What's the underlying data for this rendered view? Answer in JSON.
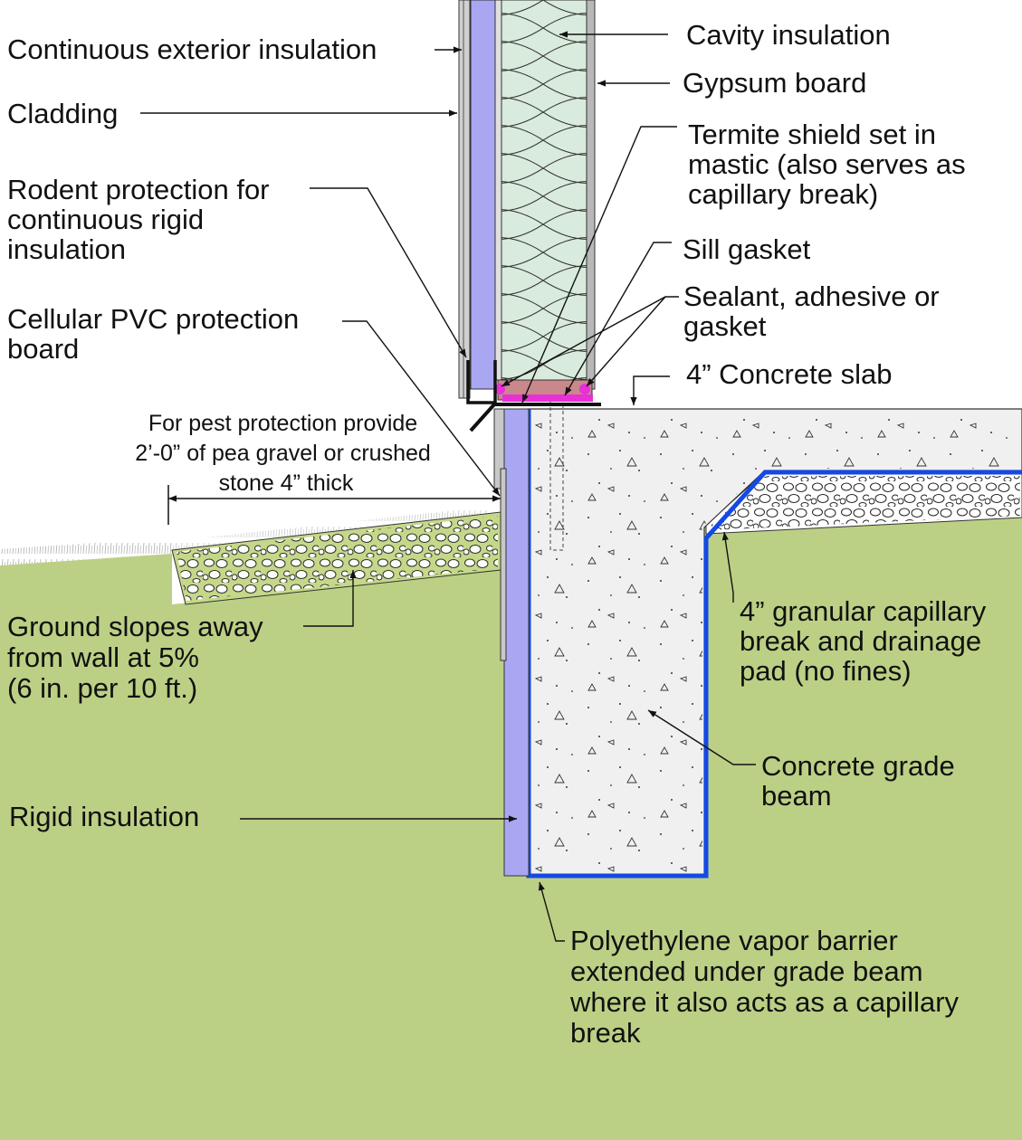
{
  "colors": {
    "ground": "#bcd085",
    "rigid_insulation": "#a9a7f2",
    "cavity_insulation": "#d9ebdc",
    "concrete": "#f0f0f0",
    "vapor_barrier": "#1449e6",
    "gasket": "#e830d6",
    "sill_plate": "#c9888c",
    "gravel_fill": "#c5d88a"
  },
  "labels": {
    "continuous_exterior_insulation": [
      "Continuous exterior insulation"
    ],
    "cladding": [
      "Cladding"
    ],
    "rodent_protection": [
      "Rodent protection for",
      "continuous rigid",
      "insulation"
    ],
    "cellular_pvc": [
      "Cellular PVC protection",
      "board"
    ],
    "pest_protection": [
      "For pest protection provide",
      "2’-0” of pea gravel or crushed",
      "stone 4” thick"
    ],
    "ground_slopes": [
      "Ground slopes away",
      "from wall at 5%",
      "(6 in. per 10 ft.)"
    ],
    "rigid_insulation": [
      "Rigid insulation"
    ],
    "cavity_insulation": [
      "Cavity insulation"
    ],
    "gypsum_board": [
      "Gypsum board"
    ],
    "termite_shield": [
      "Termite shield set in",
      "mastic (also serves as",
      "capillary break)"
    ],
    "sill_gasket": [
      "Sill gasket"
    ],
    "sealant": [
      "Sealant, adhesive or",
      "gasket"
    ],
    "concrete_slab": [
      "4” Concrete slab"
    ],
    "granular_break": [
      "4” granular capillary",
      "break and drainage",
      "pad (no fines)"
    ],
    "grade_beam": [
      "Concrete grade",
      "beam"
    ],
    "vapor_barrier": [
      "Polyethylene vapor barrier",
      "extended under grade beam",
      "where it also acts as a capillary",
      "break"
    ]
  }
}
